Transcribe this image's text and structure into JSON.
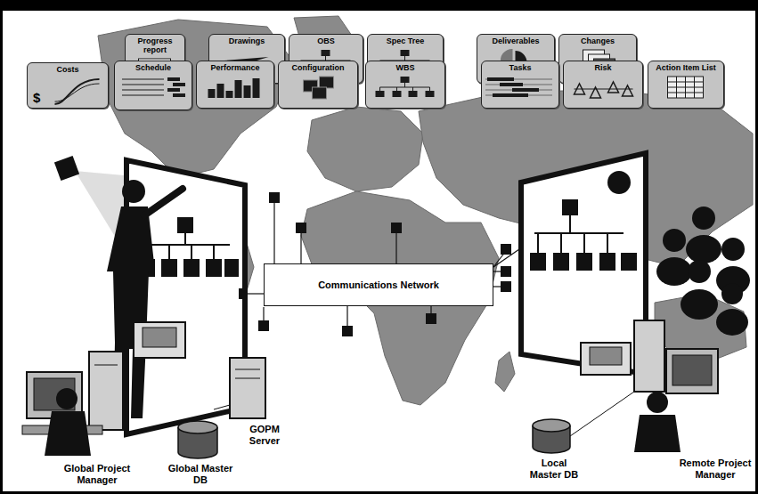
{
  "diagram": {
    "nodes": [
      {
        "text": [
          "Progress report"
        ]
      },
      {
        "text": [
          "Drawings"
        ]
      },
      {
        "text": [
          "OBS"
        ]
      },
      {
        "text": [
          "Spec Tree"
        ]
      },
      {
        "text": [
          "Deliverables"
        ]
      },
      {
        "text": [
          "Changes"
        ]
      },
      {
        "text": [
          "Costs",
          "$"
        ]
      },
      {
        "text": [
          "Schedule"
        ]
      },
      {
        "text": [
          "Performance"
        ]
      },
      {
        "text": [
          "Configuration"
        ]
      },
      {
        "text": [
          "WBS"
        ]
      },
      {
        "text": [
          "Tasks"
        ]
      },
      {
        "text": [
          "Risk"
        ]
      },
      {
        "text": [
          "Action Item List"
        ]
      },
      {
        "text": [
          "Communications Network"
        ]
      }
    ],
    "labels": [
      "GOPM Server",
      "Global Project Manager",
      "Global Master DB",
      "Local Master DB",
      "Remote Project Manager"
    ]
  }
}
